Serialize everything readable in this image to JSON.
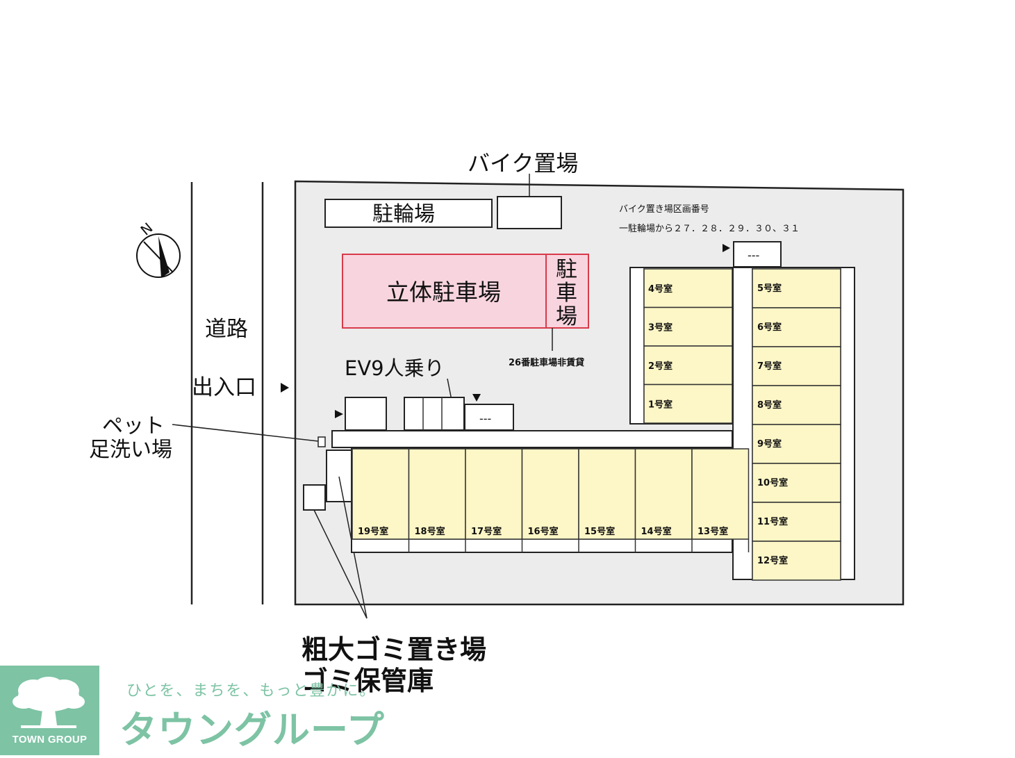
{
  "colors": {
    "lot_fill": "#ececec",
    "unit_fill": "#fdf6c6",
    "parking_fill": "#f8d4de",
    "parking_border": "#d83a4a",
    "brand_green": "#7dc3a4"
  },
  "labels": {
    "bike_storage": "バイク置場",
    "bicycle_parking": "駐輪場",
    "bike_area_note_line1": "バイク置き場区画番号",
    "bike_area_note_line2": "一駐輪場から２７．２８．２９．３０、３１",
    "multilevel_parking": "立体駐車場",
    "parking_ch1": "駐",
    "parking_ch2": "車",
    "parking_ch3": "場",
    "space26_note": "26番駐車場非賃貸",
    "road": "道路",
    "entrance": "出入口",
    "elevator": "EV9人乗り",
    "pet_line1": "ペット",
    "pet_line2": "足洗い場",
    "bulky_garbage": "粗大ゴミ置き場",
    "garbage_storage": "ゴミ保管庫",
    "north_mark": "N",
    "dash_box_top": "---",
    "dash_box_mid": "---"
  },
  "units_left_column": [
    "4号室",
    "3号室",
    "2号室",
    "1号室"
  ],
  "units_right_column": [
    "5号室",
    "6号室",
    "7号室",
    "8号室",
    "9号室",
    "10号室",
    "11号室",
    "12号室"
  ],
  "units_bottom_row": [
    "19号室",
    "18号室",
    "17号室",
    "16号室",
    "15号室",
    "14号室",
    "13号室"
  ],
  "branding": {
    "tagline": "ひとを、まちを、もっと豊かに。",
    "name": "タウングループ",
    "logo_caption": "TOWN GROUP"
  }
}
